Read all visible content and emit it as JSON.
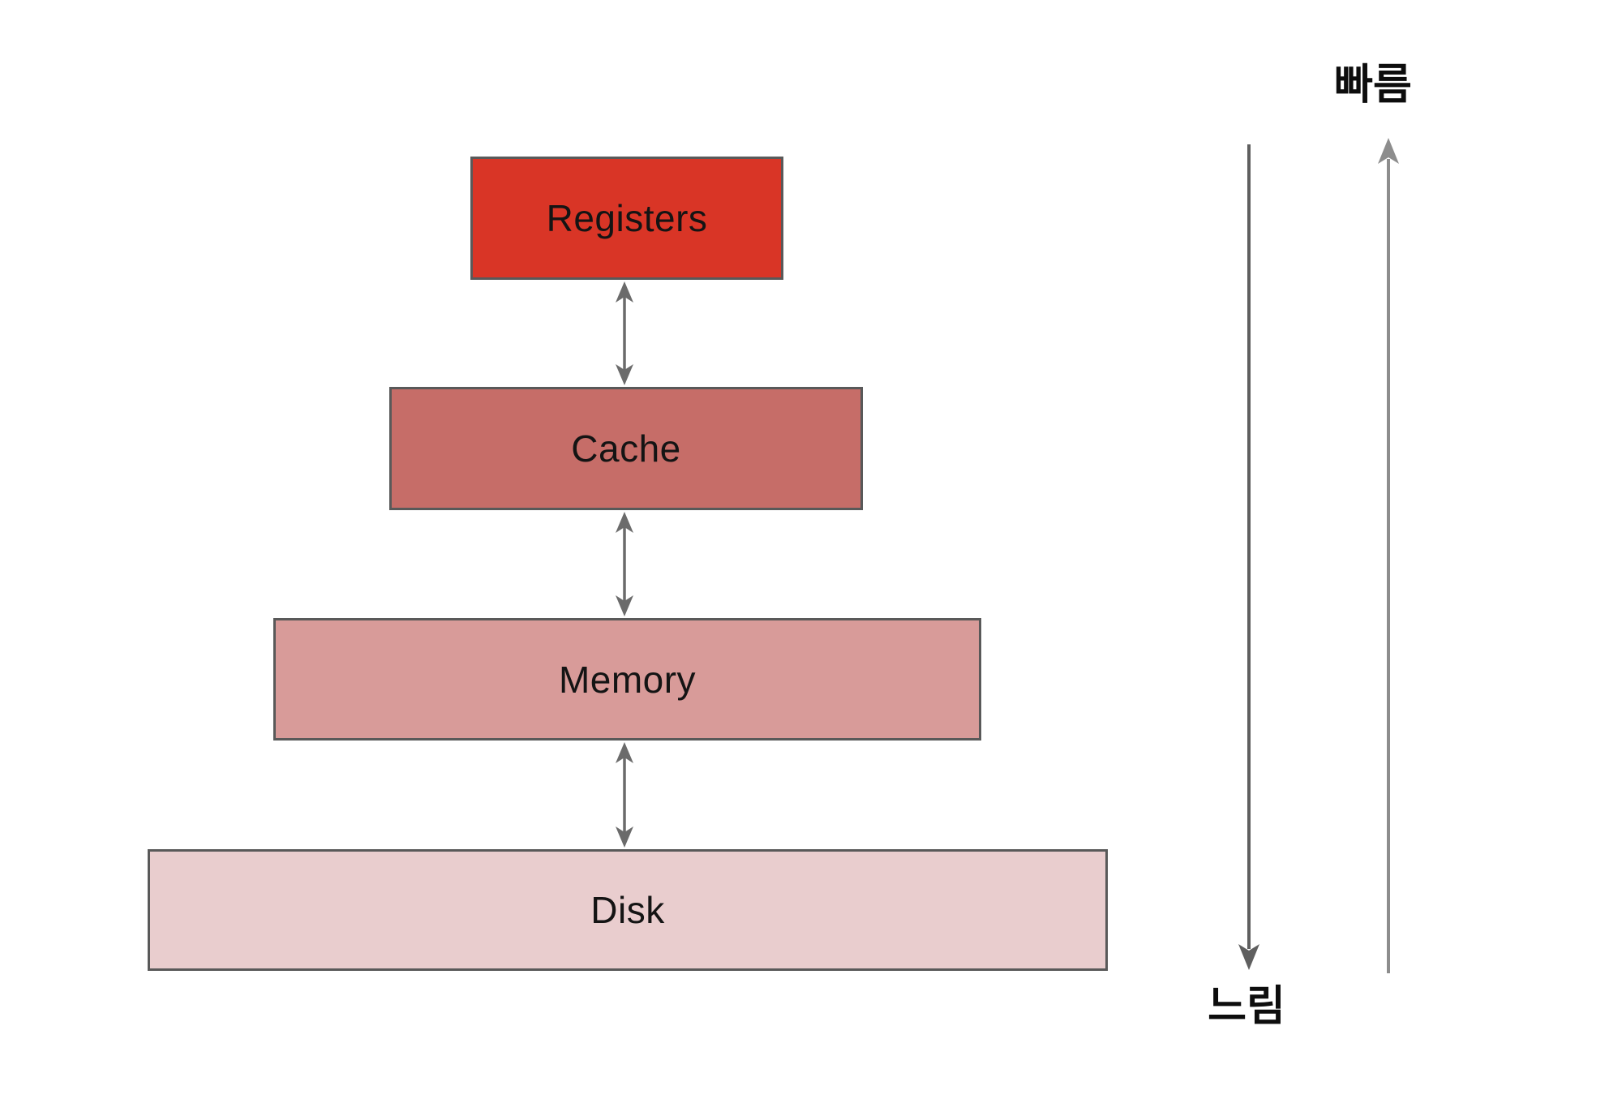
{
  "diagram": {
    "title": "memory-hierarchy",
    "levels": [
      {
        "label": "Registers",
        "color": "#d93526"
      },
      {
        "label": "Cache",
        "color": "#c66d68"
      },
      {
        "label": "Memory",
        "color": "#d89b99"
      },
      {
        "label": "Disk",
        "color": "#e9cdce"
      }
    ],
    "connections": [
      {
        "from": "Registers",
        "to": "Cache",
        "bidirectional": true
      },
      {
        "from": "Cache",
        "to": "Memory",
        "bidirectional": true
      },
      {
        "from": "Memory",
        "to": "Disk",
        "bidirectional": true
      }
    ],
    "speed_axis": {
      "fast_label": "빠름",
      "slow_label": "느림"
    },
    "colors": {
      "box_border": "#595959",
      "connector_arrow": "#6b6b6b",
      "slow_arrow": "#5f5f5f",
      "fast_arrow": "#8d8d8d",
      "label_text": "#141414",
      "background": "#ffffff"
    }
  }
}
